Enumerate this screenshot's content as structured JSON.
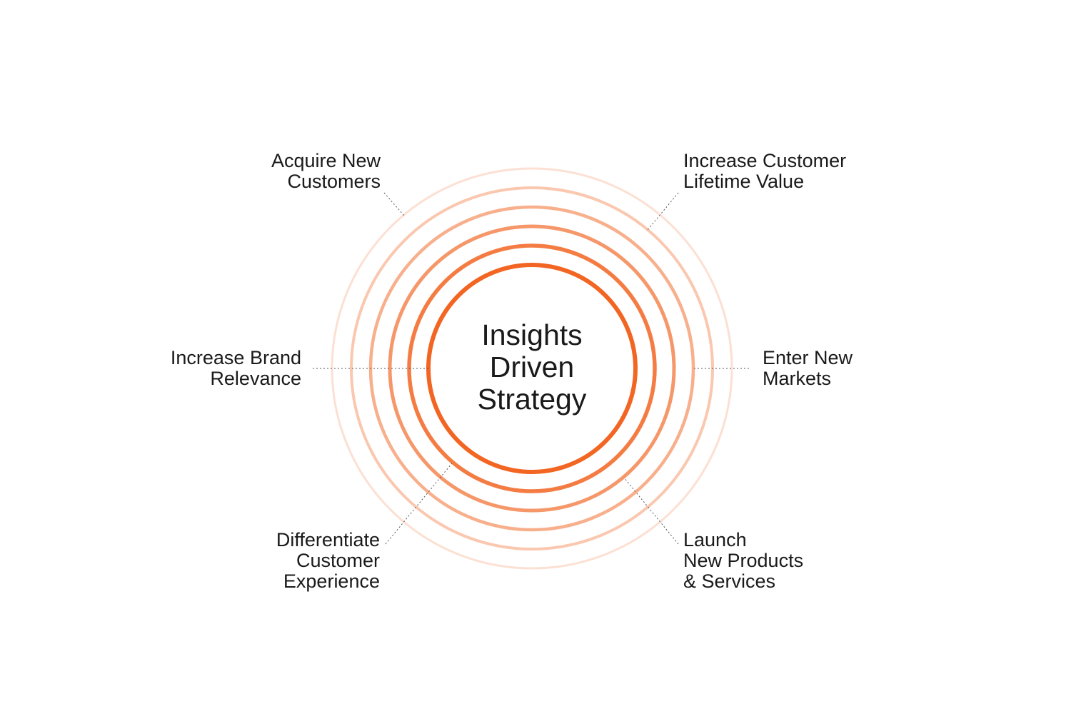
{
  "center": {
    "lines": [
      "Insights",
      "Driven",
      "Strategy"
    ]
  },
  "labels": {
    "acquire": {
      "lines": [
        "Acquire New",
        "Customers"
      ]
    },
    "lifetime": {
      "lines": [
        "Increase Customer",
        "Lifetime Value"
      ]
    },
    "brand": {
      "lines": [
        "Increase Brand",
        "Relevance"
      ]
    },
    "markets": {
      "lines": [
        "Enter New",
        "Markets"
      ]
    },
    "experience": {
      "lines": [
        "Differentiate",
        "Customer",
        "Experience"
      ]
    },
    "launch": {
      "lines": [
        "Launch",
        "New Products",
        "& Services"
      ]
    }
  },
  "colors": {
    "accent": "#f26522",
    "connector": "#555555",
    "text": "#1a1a1a"
  },
  "ring_opacities": [
    1.0,
    0.85,
    0.68,
    0.52,
    0.36,
    0.2
  ]
}
